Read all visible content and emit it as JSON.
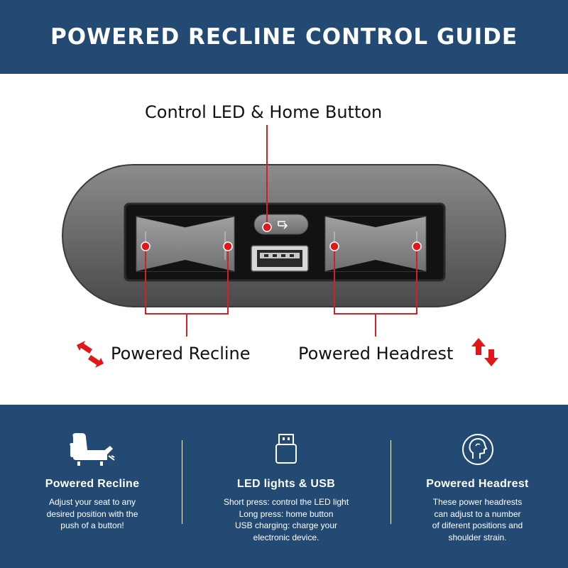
{
  "header": {
    "title": "POWERED RECLINE CONTROL GUIDE"
  },
  "diagram": {
    "label_top": "Control LED & Home Button",
    "label_left": "Powered Recline",
    "label_right": "Powered Headrest",
    "colors": {
      "callout": "#d42020",
      "panel": "#6e6e70",
      "button": "#8a8a8a"
    }
  },
  "features": [
    {
      "icon": "recliner-icon",
      "title": "Powered Recline",
      "lines": [
        "Adjust your seat to any",
        "desired position with the",
        "push of a button!"
      ]
    },
    {
      "icon": "usb-icon",
      "title": "LED lights & USB",
      "lines": [
        "Short press: control the LED light",
        "Long press: home button",
        "USB charging: charge your",
        "electronic device."
      ]
    },
    {
      "icon": "headrest-icon",
      "title": "Powered Headrest",
      "lines": [
        "These power headrests",
        "can adjust to a number",
        "of diferent positions and",
        "shoulder strain."
      ]
    }
  ],
  "colors": {
    "band": "#234a73",
    "text_light": "#ffffff"
  }
}
